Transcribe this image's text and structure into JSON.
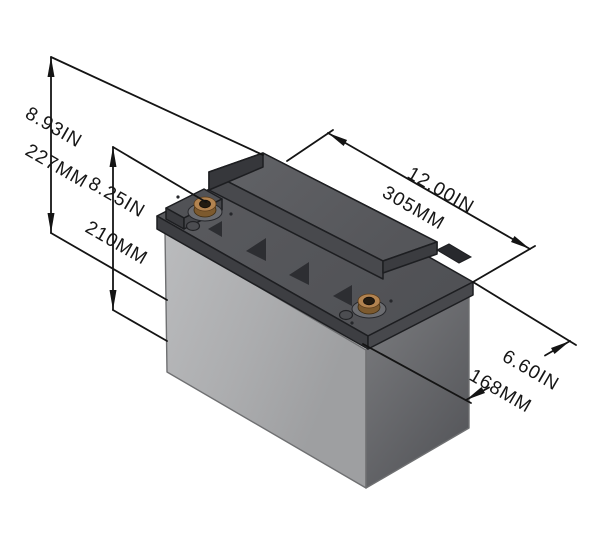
{
  "drawing": {
    "dimensions": {
      "overall_height": {
        "inches": "8.93IN",
        "millimeters": "227MM"
      },
      "case_height": {
        "inches": "8.25IN",
        "millimeters": "210MM"
      },
      "length": {
        "inches": "12.00IN",
        "millimeters": "305MM"
      },
      "depth": {
        "inches": "6.60IN",
        "millimeters": "168MM"
      }
    },
    "colors": {
      "background": "#ffffff",
      "dimension_lines": "#141414",
      "lid_top": "#56575b",
      "lid_front": "#3d3e42",
      "lid_side": "#47484c",
      "ridge_top": "#5d5e62",
      "body_front": "#aeafb1",
      "body_side": "#6e6f73",
      "terminal_copper": "#b28350",
      "terminal_dark": "#7d5a2e"
    }
  }
}
